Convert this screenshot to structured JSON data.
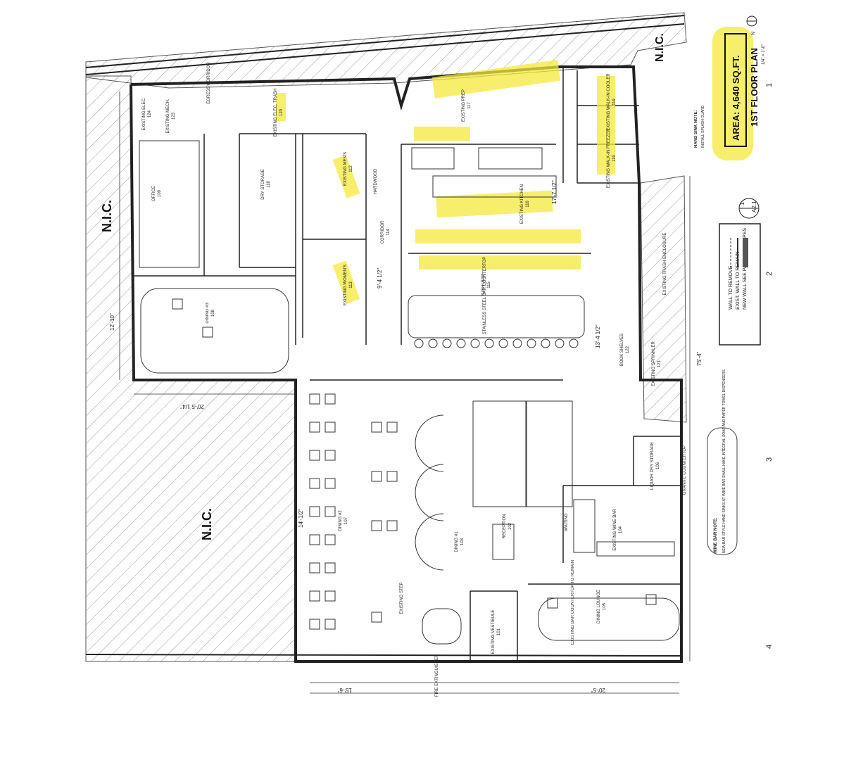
{
  "sheet": {
    "area_label": "AREA: 4,640 SQ.FT.",
    "plan_title": "1ST FLOOR PLAN",
    "scale": "1/4\" = 1'-0\"",
    "sheet_ref": "A2.1",
    "detail_no": "1",
    "north": "N"
  },
  "nic_labels": [
    "N.I.C.",
    "N.I.C.",
    "N.I.C."
  ],
  "grid_labels": [
    "1",
    "2",
    "3",
    "4"
  ],
  "legend": {
    "items": [
      "WALL TO REMOVE",
      "EXIST. WALL TO REMAIN",
      "NEW WALL SEE PARTITION TYPES"
    ]
  },
  "notes": {
    "hand_sink_title": "HAND SINK NOTE:",
    "hand_sink_text": "INSTALL SPLASH GUARD",
    "wine_bar_title": "WINE BAR NOTE:",
    "wine_bar_text": "NEW BAR STYLE HAND SINKS AT WINE BAR SHALL HAVE INTEGRAL SOAP AND PAPER TOWEL DISPENSERS."
  },
  "rooms": [
    {
      "name": "EXISTING ELEC.",
      "num": "124"
    },
    {
      "name": "EXISTING MECH.",
      "num": "123"
    },
    {
      "name": "OFFICE",
      "num": "109"
    },
    {
      "name": "DRY STORAGE",
      "num": "118"
    },
    {
      "name": "EXISTING ELEC. TRASH",
      "num": "120"
    },
    {
      "name": "EGRESS CORRIDOR",
      "num": ""
    },
    {
      "name": "EXISTING MEN'S",
      "num": "112"
    },
    {
      "name": "EXISTING WOMEN'S",
      "num": "113"
    },
    {
      "name": "CORRIDOR",
      "num": "114"
    },
    {
      "name": "HARDWOOD",
      "num": ""
    },
    {
      "name": "EXISTING KITCHEN",
      "num": "116"
    },
    {
      "name": "EXISTING PREP",
      "num": "117"
    },
    {
      "name": "EXISTING WALK-IN COOLER",
      "num": "119"
    },
    {
      "name": "EXISTING WALK-IN FREEZER",
      "num": "119"
    },
    {
      "name": "SUSHI BAR",
      "num": "115"
    },
    {
      "name": "EXISTING TRASH ENCLOSURE",
      "num": ""
    },
    {
      "name": "BOOK SHELVES",
      "num": "122"
    },
    {
      "name": "EXISTING SPRINKLER",
      "num": "121"
    },
    {
      "name": "DINING #3",
      "num": "108"
    },
    {
      "name": "DINING #2",
      "num": "107"
    },
    {
      "name": "DINING #1",
      "num": "103"
    },
    {
      "name": "RECEPTION",
      "num": "102"
    },
    {
      "name": "WAITING",
      "num": ""
    },
    {
      "name": "EXISTING WINE BAR",
      "num": "104"
    },
    {
      "name": "LIQUOR DRY STORAGE",
      "num": "106"
    },
    {
      "name": "DINING LOUNGE",
      "num": "105"
    },
    {
      "name": "EXISTING VESTIBULE",
      "num": "101"
    },
    {
      "name": "EXISTING BAR COUNTERTOP TO REMAIN",
      "num": ""
    },
    {
      "name": "GRANITE COUNTERTOP",
      "num": ""
    },
    {
      "name": "STAINLESS STEEL BAR COUNTERTOP",
      "num": ""
    },
    {
      "name": "FIRE EXTINGUISHER",
      "num": ""
    },
    {
      "name": "EXISTING STEP",
      "num": ""
    }
  ],
  "dimensions": [
    "75'-4\"",
    "20'-5 1/4\"",
    "14'-1/2\"",
    "20'-5\"",
    "12'-10\"",
    "15'-6\"",
    "17'-7 1/2\"",
    "13'-4 1/2\"",
    "9'-4 1/2\""
  ],
  "colors": {
    "highlight": "#f4ea3a",
    "ink": "#222222",
    "hatch": "#9a9a9a",
    "paper": "#ffffff"
  }
}
